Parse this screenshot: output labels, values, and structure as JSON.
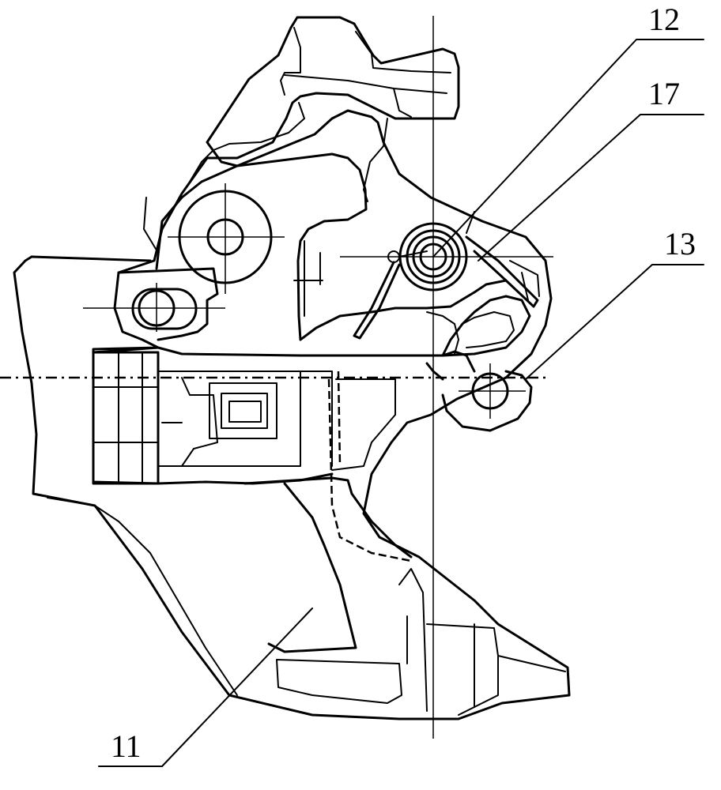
{
  "labels": {
    "part_11": "11",
    "part_12": "12",
    "part_13": "13",
    "part_17": "17"
  },
  "colors": {
    "line": "#000000",
    "background": "#ffffff"
  }
}
